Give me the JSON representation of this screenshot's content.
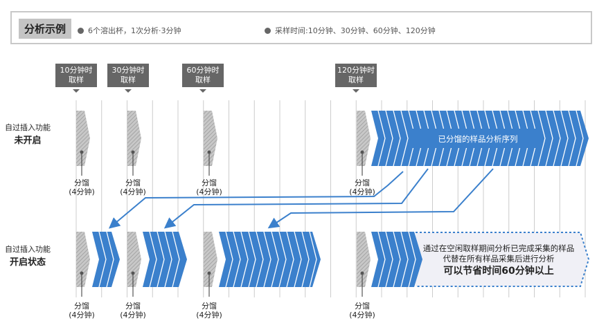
{
  "header": {
    "title": "分析示例",
    "bullet1": "6个溶出杯，1次分析·3分钟",
    "bullet2": "采样时间:10分钟、30分钟、60分钟、120分钟"
  },
  "tags": [
    {
      "line1": "10分钟时",
      "line2": "取样"
    },
    {
      "line1": "30分钟时",
      "line2": "取样"
    },
    {
      "line1": "60分钟时",
      "line2": "取样"
    },
    {
      "line1": "120分钟时",
      "line2": "取样"
    }
  ],
  "rows": [
    {
      "line1": "自过插入功能",
      "line2": "未开启"
    },
    {
      "line1": "自过插入功能",
      "line2": "开启状态"
    }
  ],
  "cup": {
    "line1": "分馏",
    "line2": "(4分钟)"
  },
  "sequence_label": "已分馏的样品分析序列",
  "note": {
    "line1": "通过在空闲取样期间分析已完成采集的样品",
    "line2": "代替在所有样品采集后进行分析",
    "line3": "可以节省时间60分钟以上"
  },
  "colors": {
    "blue": "#3b80cc",
    "gray": "#666666"
  }
}
